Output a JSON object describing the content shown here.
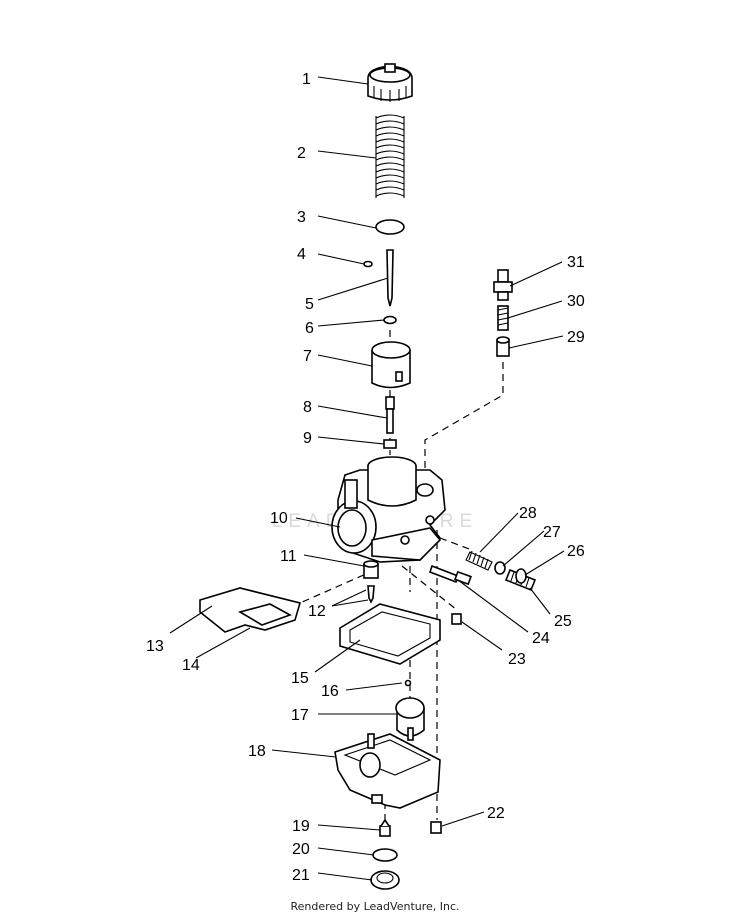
{
  "watermark": "LEADVENTURE",
  "footer": "Rendered by LeadVenture, Inc.",
  "labels": [
    {
      "id": "1",
      "text": "1"
    },
    {
      "id": "2",
      "text": "2"
    },
    {
      "id": "3",
      "text": "3"
    },
    {
      "id": "4",
      "text": "4"
    },
    {
      "id": "5",
      "text": "5"
    },
    {
      "id": "6",
      "text": "6"
    },
    {
      "id": "7",
      "text": "7"
    },
    {
      "id": "8",
      "text": "8"
    },
    {
      "id": "9",
      "text": "9"
    },
    {
      "id": "10",
      "text": "10"
    },
    {
      "id": "11",
      "text": "11"
    },
    {
      "id": "12",
      "text": "12"
    },
    {
      "id": "13",
      "text": "13"
    },
    {
      "id": "14",
      "text": "14"
    },
    {
      "id": "15",
      "text": "15"
    },
    {
      "id": "16",
      "text": "16"
    },
    {
      "id": "17",
      "text": "17"
    },
    {
      "id": "18",
      "text": "18"
    },
    {
      "id": "19",
      "text": "19"
    },
    {
      "id": "20",
      "text": "20"
    },
    {
      "id": "21",
      "text": "21"
    },
    {
      "id": "22",
      "text": "22"
    },
    {
      "id": "23",
      "text": "23"
    },
    {
      "id": "24",
      "text": "24"
    },
    {
      "id": "25",
      "text": "25"
    },
    {
      "id": "26",
      "text": "26"
    },
    {
      "id": "27",
      "text": "27"
    },
    {
      "id": "28",
      "text": "28"
    },
    {
      "id": "29",
      "text": "29"
    },
    {
      "id": "30",
      "text": "30"
    },
    {
      "id": "31",
      "text": "31"
    }
  ]
}
